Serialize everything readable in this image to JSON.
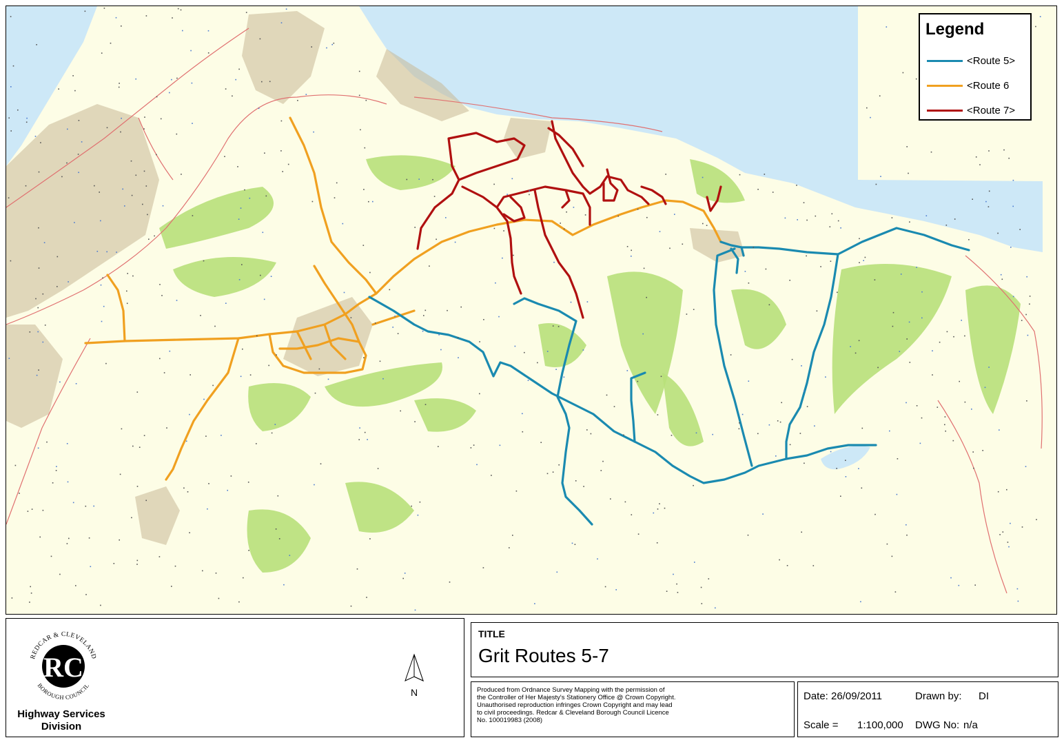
{
  "legend": {
    "title": "Legend",
    "items": [
      {
        "label": "<Route 5>",
        "color": "#1a8ab0"
      },
      {
        "label": "<Route 6",
        "color": "#f0a020"
      },
      {
        "label": "<Route 7>",
        "color": "#b01010"
      }
    ]
  },
  "map_colors": {
    "land": "#fdfde6",
    "sea": "#cde8f7",
    "woodland": "#b8e07a",
    "urban": "#c9b896",
    "roads": "#e07070"
  },
  "logo": {
    "arc_top": "REDCAR & CLEVELAND",
    "arc_bottom": "BOROUGH COUNCIL",
    "monogram": "RC"
  },
  "org": {
    "line1": "Highway Services",
    "line2": "Division"
  },
  "north_label": "N",
  "title_block": {
    "label": "TITLE",
    "title": "Grit Routes 5-7"
  },
  "copyright": {
    "lines": [
      "Produced from Ordnance Survey Mapping with the permission of",
      "the Controller of Her Majesty's Stationery Office @ Crown Copyright.",
      "Unauthorised reproduction infringes Crown Copyright and may lead",
      "to civil proceedings. Redcar & Cleveland Borough Council Licence",
      "No. 100019983 (2008)"
    ]
  },
  "info": {
    "date_label": "Date:",
    "date": "26/09/2011",
    "drawn_label": "Drawn by:",
    "drawn": "DI",
    "scale_label": "Scale =",
    "scale": "1:100,000",
    "dwg_label": "DWG No:",
    "dwg": "n/a"
  }
}
